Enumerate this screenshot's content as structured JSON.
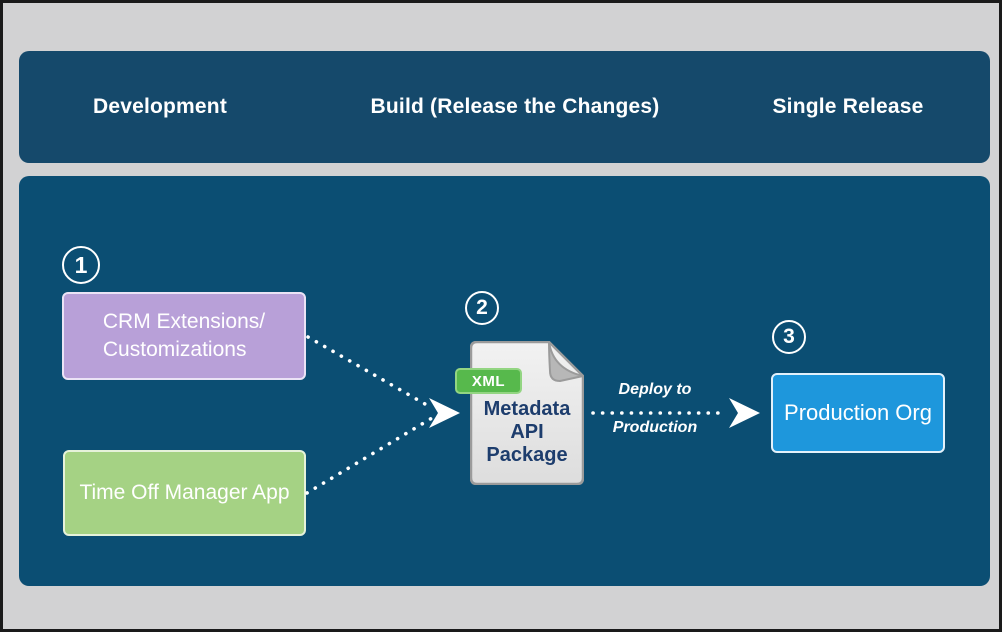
{
  "header": {
    "columns": [
      "Development",
      "Build (Release the Changes)",
      "Single Release"
    ]
  },
  "steps": {
    "one": {
      "badge": "1",
      "crm_line1": "CRM Extensions/",
      "crm_line2": "Customizations",
      "tom_label": "Time Off Manager App"
    },
    "two": {
      "badge": "2",
      "file_tag": "XML",
      "file_line1": "Metadata",
      "file_line2": "API",
      "file_line3": "Package"
    },
    "deploy": {
      "line1": "Deploy to",
      "line2": "Production"
    },
    "three": {
      "badge": "3",
      "label": "Production Org"
    }
  },
  "colors": {
    "frame_border": "#1a1a1a",
    "background": "#d2d2d3",
    "band": "#15496b",
    "panel": "#0b4e73",
    "crm_fill": "#b8a0d8",
    "tom_fill": "#a5d284",
    "xml_fill": "#57b94c",
    "file_fill": "#ececec",
    "file_fold": "#b7b7b7",
    "file_border": "#9b9b9b",
    "file_text": "#1d3d6d",
    "production_fill": "#1e97dc",
    "text_light": "#ffffff"
  }
}
